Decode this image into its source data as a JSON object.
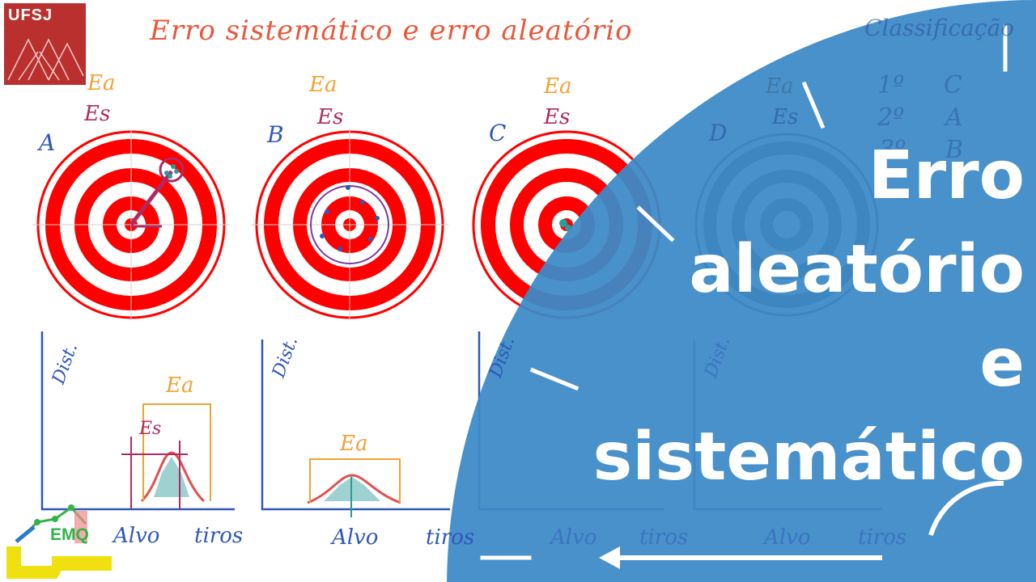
{
  "logo": {
    "text": "UFSJ",
    "color": "#b9302e"
  },
  "title": "Erro sistemático e erro aleatório",
  "labels": {
    "ea": "Ea",
    "es": "Es",
    "ylabel": "Dist.",
    "alvo": "Alvo",
    "tiros": "tiros"
  },
  "panels": [
    {
      "letter": "A"
    },
    {
      "letter": "B"
    },
    {
      "letter": "C"
    },
    {
      "letter": "D"
    }
  ],
  "classification": {
    "title": "Classificação",
    "rows": [
      {
        "rank": "1º",
        "panel": "C"
      },
      {
        "rank": "2º",
        "panel": "A"
      },
      {
        "rank": "3º",
        "panel": "B"
      }
    ]
  },
  "headline": {
    "line1": "Erro",
    "line2": "aleatório",
    "line3": "e",
    "line4": "sistemático"
  },
  "badge": {
    "text": "EMQ"
  },
  "colors": {
    "blue": "#3d8ac8",
    "target_red": "#ff0000",
    "title_orange": "#e8583a",
    "ea": "#f0a233",
    "es": "#b02a62"
  }
}
